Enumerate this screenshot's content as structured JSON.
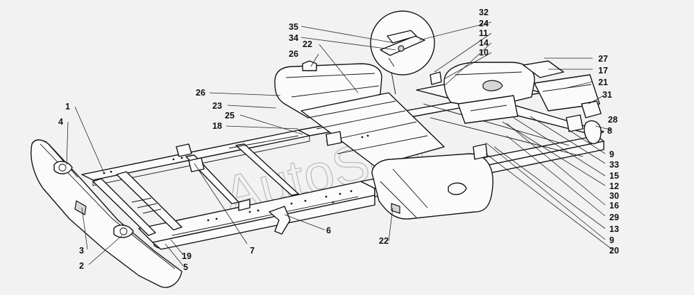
{
  "watermark": "AutoSoft",
  "callouts": {
    "c1": "1",
    "c2": "2",
    "c3": "3",
    "c4": "4",
    "c5": "5",
    "c6": "6",
    "c7": "7",
    "c8": "8",
    "c9a": "9",
    "c9b": "9",
    "c10": "10",
    "c11": "11",
    "c12": "12",
    "c13": "13",
    "c14": "14",
    "c15": "15",
    "c16": "16",
    "c17": "17",
    "c18": "18",
    "c19": "19",
    "c20": "20",
    "c21": "21",
    "c22a": "22",
    "c22b": "22",
    "c23": "23",
    "c24": "24",
    "c25": "25",
    "c26a": "26",
    "c26b": "26",
    "c27": "27",
    "c28": "28",
    "c29": "29",
    "c30": "30",
    "c31": "31",
    "c32": "32",
    "c33": "33",
    "c34": "34",
    "c35": "35"
  }
}
